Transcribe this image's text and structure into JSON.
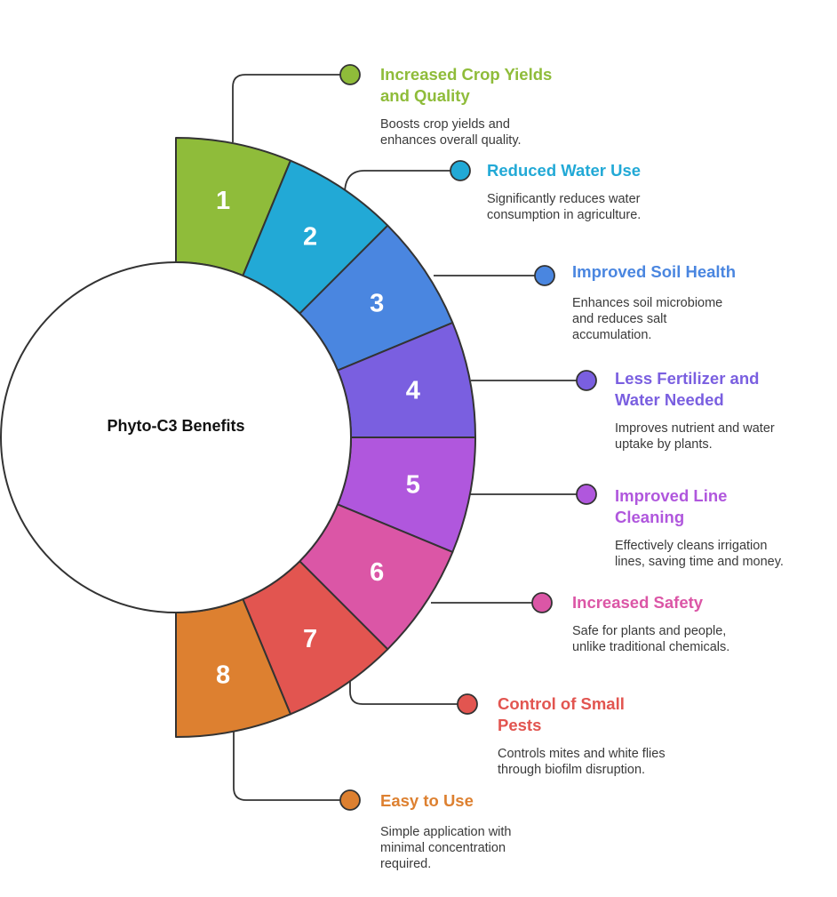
{
  "center_title": "Phyto-C3 Benefits",
  "items": [
    {
      "number": "1",
      "title": [
        "Increased Crop Yields",
        "and Quality"
      ],
      "desc": [
        "Boosts crop yields and",
        "enhances overall quality."
      ],
      "color": "#8FBC3A"
    },
    {
      "number": "2",
      "title": [
        "Reduced Water Use"
      ],
      "desc": [
        "Significantly reduces water",
        "consumption in agriculture."
      ],
      "color": "#22A9D6"
    },
    {
      "number": "3",
      "title": [
        "Improved Soil Health"
      ],
      "desc": [
        "Enhances soil microbiome",
        "and reduces salt",
        "accumulation."
      ],
      "color": "#4A86E0"
    },
    {
      "number": "4",
      "title": [
        "Less Fertilizer and",
        "Water Needed"
      ],
      "desc": [
        "Improves nutrient and water",
        "uptake by plants."
      ],
      "color": "#7A5FE0"
    },
    {
      "number": "5",
      "title": [
        "Improved Line",
        "Cleaning"
      ],
      "desc": [
        "Effectively cleans irrigation",
        "lines, saving time and money."
      ],
      "color": "#B057DD"
    },
    {
      "number": "6",
      "title": [
        "Increased Safety"
      ],
      "desc": [
        "Safe for plants and people,",
        "unlike traditional chemicals."
      ],
      "color": "#DB56A6"
    },
    {
      "number": "7",
      "title": [
        "Control of Small",
        "Pests"
      ],
      "desc": [
        "Controls mites and white flies",
        "through biofilm disruption."
      ],
      "color": "#E25550"
    },
    {
      "number": "8",
      "title": [
        "Easy to Use"
      ],
      "desc": [
        "Simple application with",
        "minimal concentration",
        "required."
      ],
      "color": "#DD8030"
    }
  ]
}
